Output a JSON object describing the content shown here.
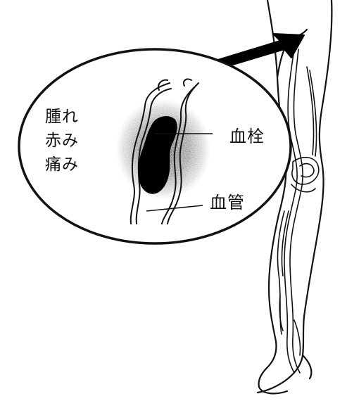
{
  "symptoms": [
    "腫れ",
    "赤み",
    "痛み"
  ],
  "labels": {
    "thrombus": "血栓",
    "vessel": "血管"
  },
  "colors": {
    "ink": "#111111",
    "background": "#ffffff",
    "clot": "#000000",
    "inflammation": "#888888"
  }
}
